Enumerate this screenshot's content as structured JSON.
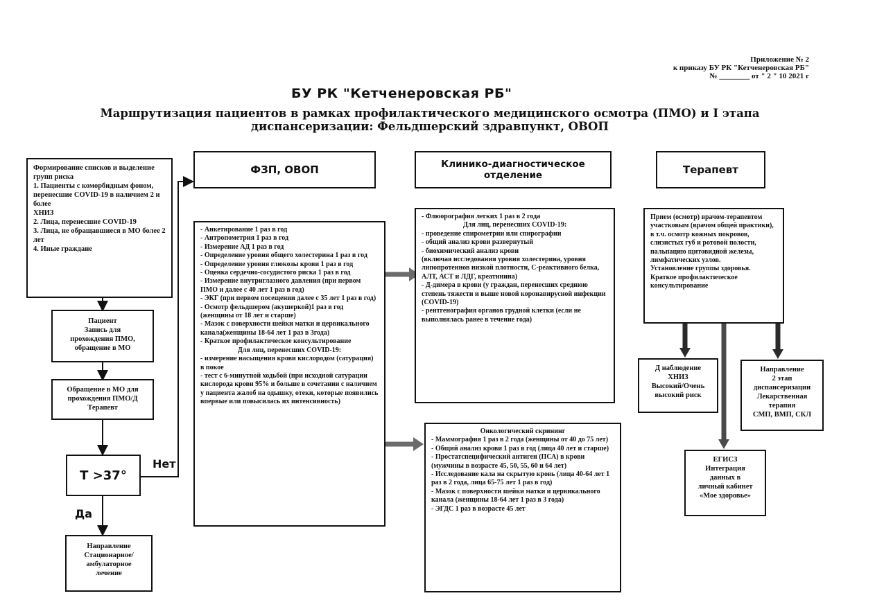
{
  "annex": {
    "line1": "Приложение № 2",
    "line2": "к приказу БУ РК \"Кетченеровская РБ\"",
    "line3": "№ ________ от \" 2 \" 10 2021 г"
  },
  "org_title": "БУ РК \"Кетченеровская РБ\"",
  "doc_title": {
    "line1": "Маршрутизация пациентов в рамках профилактического медицинского осмотра (ПМО) и I этапа",
    "line2": "диспансеризации: Фельдшерский здравпункт, ОВОП"
  },
  "columns": {
    "fzp": "ФЗП, ОВОП",
    "kdo": "Клинико-диагностическое отделение",
    "therapist": "Терапевт"
  },
  "left_flow": {
    "lists_box": [
      "Формирование списков и выделение групп риска",
      "1. Пациенты с коморбидным фоном,",
      "перенесшие COVID-19 в наличием 2 и более",
      "ХНИЗ",
      "2. Лица, перенесшие COVID-19",
      "3. Лица, не обращавшиеся в МО более 2 лет",
      "4. Иные граждане"
    ],
    "invite_box": [
      "Пациент",
      "Запись для",
      "прохождения ПМО,",
      "обращение в МО"
    ],
    "visit_box": [
      "Обращение в МО для",
      "прохождения ПМО/Д",
      "Терапевт"
    ],
    "temp_box": "Т >37°",
    "no_label": "Нет",
    "yes_label": "Да",
    "referral_box": [
      "Направление",
      "Стационарное/",
      "амбулаторное",
      "лечение"
    ]
  },
  "fzp_list": [
    "- Анкетирование 1 раз в год",
    "- Антропометрия 1 раз в год",
    "- Измерение АД 1 раз в год",
    "- Определение уровня общего холестерина 1 раз в год",
    "- Определение уровня глюкозы крови 1 раз в год",
    "- Оценка сердечно-сосудистого риска 1 раз в год",
    "- Измерение внутриглазного давления (при первом ПМО и далее с 40 лет 1 раз в год)",
    "- ЭКГ (при первом посещении далее с 35 лет 1 раз в год)",
    "- Осмотр фельдшером (акушеркой)1 раз в год (женщины от 18 лет и старше)",
    "- Мазок с поверхности шейки матки и цервикального канала(женщины 18-64 лет 1 раз в 3года)",
    "- Краткое профилактическое консультирование",
    "Для лиц, перенесших COVID-19:",
    "- измерение насыщения крови кислородом (сатурация) в покое",
    "- тест с 6-минутной ходьбой (при исходной сатурации кислорода крови 95% и больше в сочетании с наличием у пациента жалоб на одышку, отеки, которые появились впервые или повысилась их интенсивность)"
  ],
  "kdo_list": [
    "- Флюорография легких 1 раз в 2 года",
    "Для лиц, перенесших COVID-19:",
    "- проведение спирометрии или спирографии",
    "- общий анализ крови развернутый",
    "- биохимический анализ крови",
    "(включая исследования уровня холестерина, уровня липопротеинов низкой плотности, С-реактивного белка, АЛТ, АСТ и ЛДГ, креатинина)",
    "- Д-димера в крови (у граждан, перенесших среднюю степень тяжести и выше новой коронавирусной инфекции (COVID-19)",
    "- рентгенография органов грудной клетки (если не выполнялась ранее в течение года)"
  ],
  "onco_list": [
    "Онкологический скрининг",
    "- Маммография 1 раз в 2 года (женщины от 40 до 75 лет)",
    "- Общий анализ крови 1 раз в год (лица 40 лет и старше)",
    "- Простатспецифический антиген (ПСА) в крови (мужчины в возрасте 45, 50, 55, 60 и 64 лет)",
    "- Исследование кала на скрытую кровь (лица 40-64 лет 1 раз в 2 года, лица 65-75 лет 1 раз в год)",
    "- Мазок с поверхности шейки матки и цервикального канала (женщины 18-64 лет 1 раз в 3 года)",
    "- ЭГДС 1 раз в возрасте 45 лет"
  ],
  "therapist_box": [
    "Прием (осмотр) врачом-терапевтом участковым (врачом общей практики), в т.ч. осмотр кожных покровов, слизистых губ и ротовой полости, пальпацию щитовидной железы, лимфатических узлов.",
    "Установление группы здоровья.",
    "Краткое профилактическое консультирование"
  ],
  "dnabl_box": [
    "Д наблюдение",
    "ХНИЗ",
    "Высокий/Очень",
    "высокий риск"
  ],
  "stage2_box": [
    "Направление",
    "2 этап",
    "диспансеризации",
    "Лекарственная",
    "терапия",
    "СМП, ВМП, СКЛ"
  ],
  "egisz_box": [
    "ЕГИСЗ",
    "Интеграция",
    "данных в",
    "личный кабинет",
    "«Мое здоровье»"
  ],
  "colors": {
    "ink": "#111111",
    "arrow_gray": "#6b6b6b",
    "arrow_dark": "#2a2a2a"
  }
}
